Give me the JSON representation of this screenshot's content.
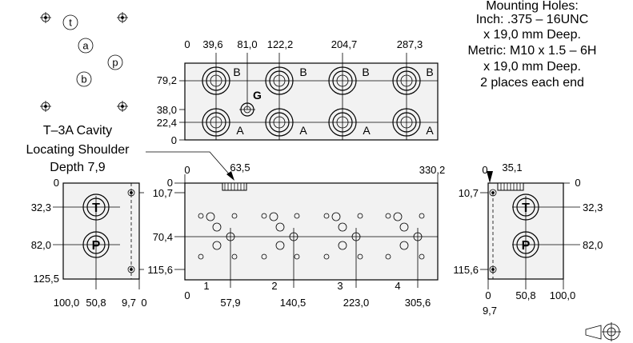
{
  "legend": {
    "t": "t",
    "a": "a",
    "p": "p",
    "b": "b"
  },
  "mounting_note": [
    "Mounting Holes:",
    "Inch: .375 – 16UNC",
    "x 19,0 mm Deep.",
    "Metric:  M10 x 1.5 – 6H",
    "x 19,0 mm Deep.",
    "2 places each end"
  ],
  "cavity_note": [
    "T–3A Cavity",
    "Locating Shoulder",
    "Depth 7,9"
  ],
  "top_view": {
    "x_dims": [
      "0",
      "39,6",
      "81,0",
      "122,2",
      "204,7",
      "287,3"
    ],
    "y_dims": [
      "79,2",
      "38,0",
      "22,4",
      "0"
    ],
    "port_b": "B",
    "port_a": "A",
    "gauge_label": "G"
  },
  "front_view": {
    "top_dims": [
      "0",
      "63,5",
      "330,2"
    ],
    "left_dims": [
      "0",
      "10,7",
      "70,4",
      "115,6"
    ],
    "bottom_dims": [
      "0",
      "57,9",
      "140,5",
      "223,0",
      "305,6"
    ],
    "station_numbers": [
      "1",
      "2",
      "3",
      "4"
    ]
  },
  "left_view": {
    "left_dims": [
      "0",
      "32,3",
      "82,0",
      "125,5"
    ],
    "bottom_dims": [
      "100,0",
      "50,8",
      "9,7",
      "0"
    ],
    "port_t": "T",
    "port_p": "P"
  },
  "right_view": {
    "top_dims": [
      "0",
      "35,1",
      "0"
    ],
    "side_dims": [
      "10,7",
      "32,3",
      "82,0",
      "115,6"
    ],
    "bottom_dims": [
      "0",
      "50,8",
      "100,0",
      "9,7"
    ],
    "port_t": "T",
    "port_p": "P"
  }
}
